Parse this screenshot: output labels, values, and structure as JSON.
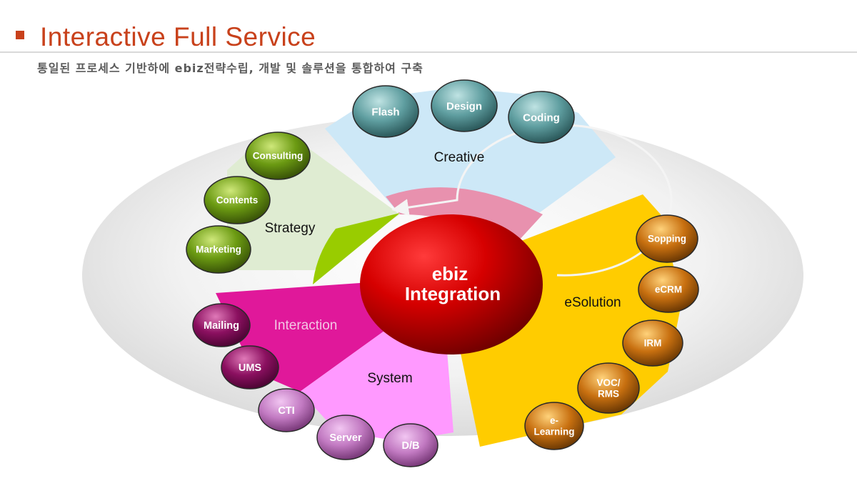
{
  "header": {
    "title": "Interactive Full Service",
    "subtitle": "통일된 프로세스 기반하에 ebiz전략수립, 개발 및 솔루션을 통합하여 구축"
  },
  "colors": {
    "title": "#c8411b",
    "creative": "#cde8f7",
    "strategy": "#dfecd2",
    "strategy_inner": "#99cc00",
    "interaction": "#e0189a",
    "system": "#ff99ff",
    "esolution": "#ffcc00",
    "center": "#b30000",
    "teal_node": "#5f9ea0",
    "green_node": "#6b9a12",
    "magenta_node": "#8b1060",
    "pink_node": "#c27ac2",
    "orange_node": "#c87010"
  },
  "center": {
    "line1": "ebiz",
    "line2": "Integration"
  },
  "segments": [
    {
      "id": "creative",
      "label": "Creative"
    },
    {
      "id": "strategy",
      "label": "Strategy"
    },
    {
      "id": "interaction",
      "label": "Interaction"
    },
    {
      "id": "system",
      "label": "System"
    },
    {
      "id": "esolution",
      "label": "eSolution"
    }
  ],
  "nodes": {
    "creative": [
      "Flash",
      "Design",
      "Coding"
    ],
    "strategy": [
      "Consulting",
      "Contents",
      "Marketing"
    ],
    "interaction": [
      "Mailing",
      "UMS"
    ],
    "system": [
      "CTI",
      "Server",
      "D/B"
    ],
    "esolution": [
      "Sopping",
      "eCRM",
      "IRM",
      "VOC/|RMS",
      "e-|Learning"
    ]
  }
}
